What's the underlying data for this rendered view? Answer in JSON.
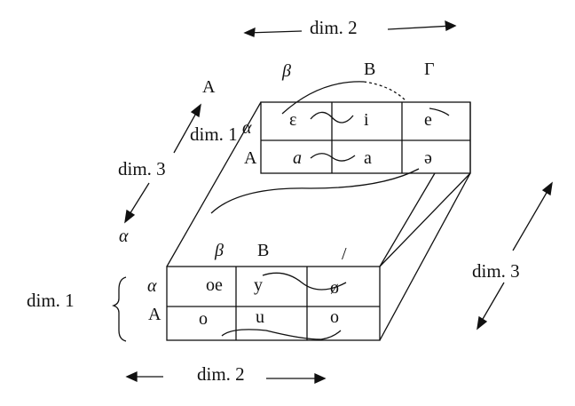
{
  "dimension_labels": {
    "top_dim2": "dim. 2",
    "bottom_dim2": "dim. 2",
    "left_dim3": "dim. 3",
    "right_dim3": "dim. 3",
    "top_dim1": "dim. 1",
    "bottom_dim1": "dim. 1"
  },
  "top_face": {
    "column_headers": [
      "β",
      "B",
      "Γ"
    ],
    "row_headers": [
      "α",
      "A"
    ],
    "cells": [
      [
        "ɛ",
        "i",
        "e"
      ],
      [
        "a",
        "a",
        "ə"
      ]
    ],
    "corner_label": "A"
  },
  "bottom_face": {
    "column_headers": [
      "β",
      "B",
      "/"
    ],
    "row_headers": [
      "α",
      "A"
    ],
    "cells": [
      [
        "oe",
        "y",
        "ø"
      ],
      [
        "o",
        "u",
        "o"
      ]
    ]
  },
  "left_axis_labels": {
    "top_end": "A",
    "bottom_end": "α"
  },
  "tilde": "~"
}
